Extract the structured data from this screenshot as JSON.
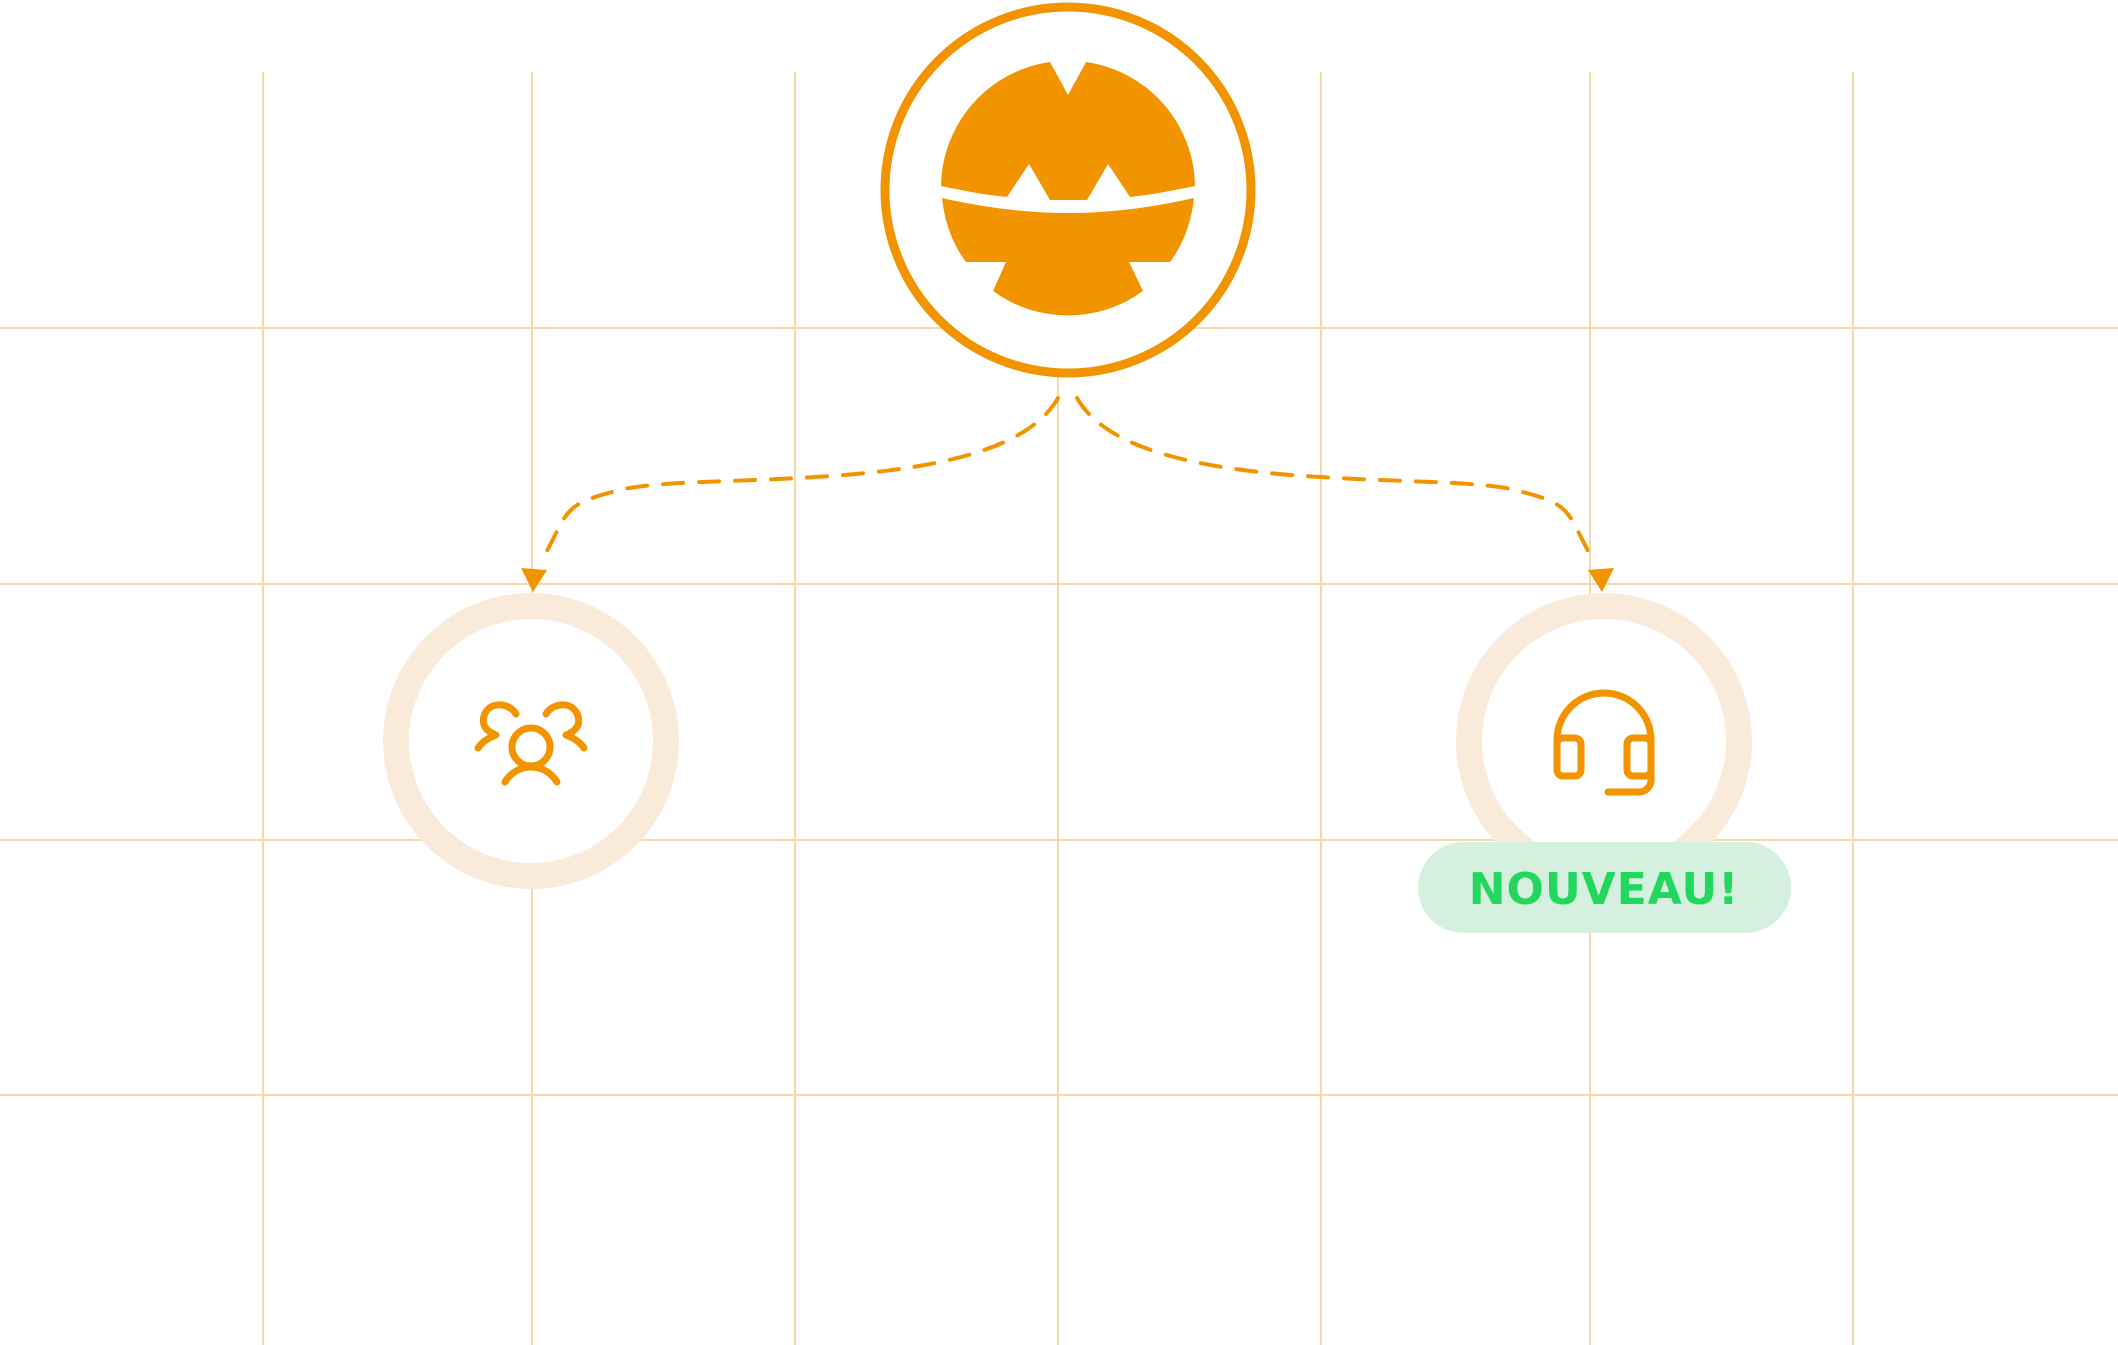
{
  "colors": {
    "accent": "#F29400",
    "ring_light": "#FAEADA",
    "grid_line": "#F7D9A8",
    "badge_bg": "#D5F0DF",
    "badge_text": "#22D65E",
    "background": "#FFFFFF"
  },
  "nodes": {
    "root": {
      "icon": "brand-logo-icon"
    },
    "left": {
      "icon": "team-users-icon"
    },
    "right": {
      "icon": "headset-support-icon"
    }
  },
  "badge": {
    "label": "NOUVEAU!"
  },
  "connectors": [
    {
      "from": "root",
      "to": "left",
      "style": "dashed-arrow"
    },
    {
      "from": "root",
      "to": "right",
      "style": "dashed-arrow"
    }
  ]
}
